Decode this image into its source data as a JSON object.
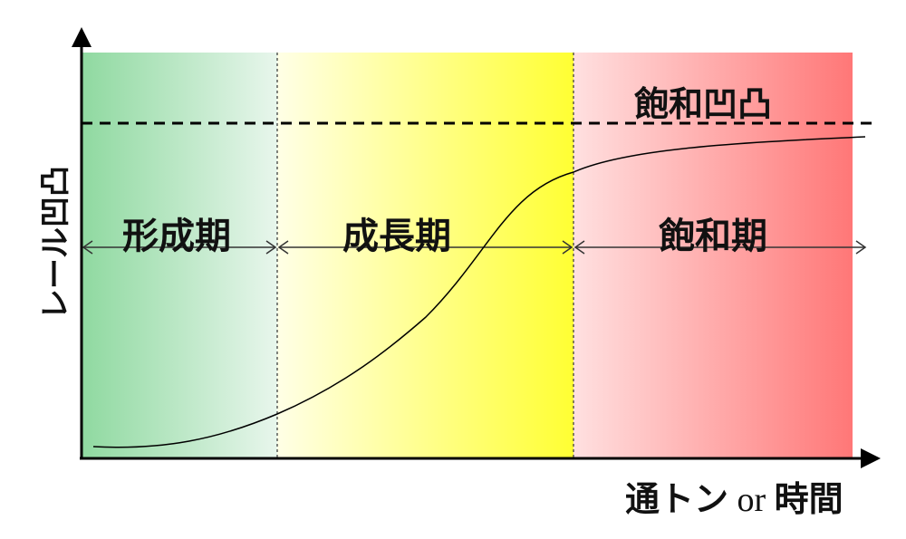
{
  "diagram": {
    "phases": [
      {
        "label": "形成期"
      },
      {
        "label": "成長期"
      },
      {
        "label": "飽和期"
      }
    ],
    "saturation_label": "飽和凹凸",
    "y_axis_label": "レール凹凸",
    "x_axis_label_part1": "通トン",
    "x_axis_label_part2": " or ",
    "x_axis_label_part3": "時間"
  },
  "colors": {
    "phase_formation": "#8fd9a0",
    "phase_growth": "#ffff33",
    "phase_saturation": "#ff7777",
    "axis": "#000000",
    "curve": "#000000"
  }
}
